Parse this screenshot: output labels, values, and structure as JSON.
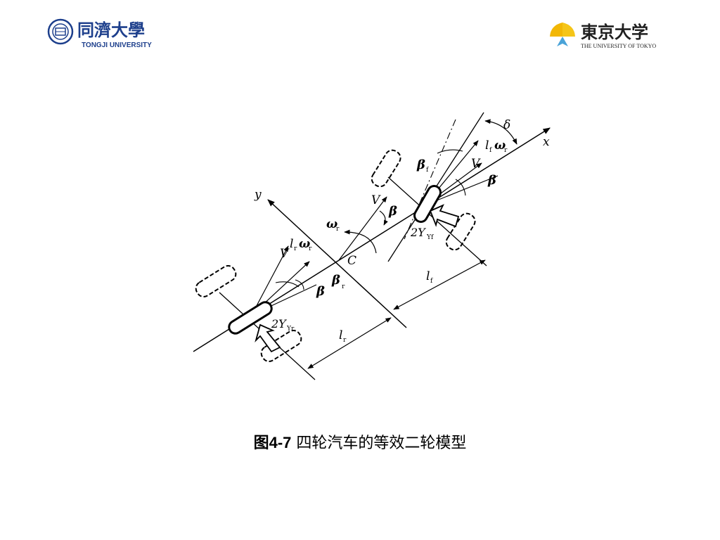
{
  "logos": {
    "left": {
      "name_cn": "同濟大學",
      "name_en": "TONGJI UNIVERSITY",
      "color": "#1d3f8c"
    },
    "right": {
      "name_cn": "東京大学",
      "name_en": "THE UNIVERSITY OF TOKYO",
      "color": "#1f1f1f",
      "accent": "#f2b705"
    }
  },
  "diagram": {
    "labels": {
      "x_axis": "x",
      "y_axis": "y",
      "delta": "δ",
      "lf": "l",
      "lf_sub": "f",
      "omega": "ω",
      "omega_sub": "r",
      "beta": "β",
      "beta_f_sub": "f",
      "beta_r_sub": "r",
      "V": "V",
      "C": "C",
      "lr": "l",
      "lr_sub": "r",
      "lf_dim": "l",
      "lf_dim_sub": "f",
      "lr_dim": "l",
      "lr_dim_sub": "r",
      "force_front": "2Y",
      "force_front_sub": "Yf",
      "force_rear": "2Y",
      "force_rear_sub": "Yr"
    }
  },
  "caption": {
    "figure_number": "图4-7",
    "text": " 四轮汽车的等效二轮模型"
  }
}
